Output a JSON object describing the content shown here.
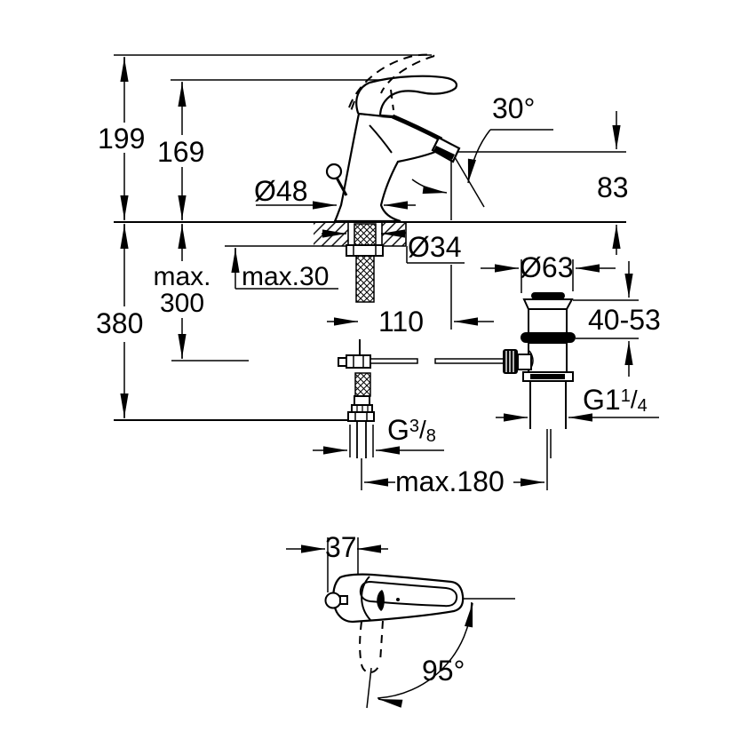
{
  "drawing": {
    "kind": "technical dimension drawing",
    "subject": "single-lever basin mixer tap with pop-up waste",
    "background_color": "#ffffff",
    "line_color": "#000000"
  },
  "labels": {
    "h199": "199",
    "h169": "169",
    "angle30": "30°",
    "h83": "83",
    "dia48": "Ø48",
    "dia34": "Ø34",
    "max30": "max.30",
    "max_word": "max.",
    "v300": "300",
    "h380": "380",
    "w110": "110",
    "dia63": "Ø63",
    "range4053": "40-53",
    "g114_base": "G1",
    "g114_num": "1",
    "g114_slash": "/",
    "g114_den": "4",
    "g38_base": "G",
    "g38_num": "3",
    "g38_slash": "/",
    "g38_den": "8",
    "max180": "max.180",
    "w37": "37",
    "angle95": "95°"
  },
  "views": {
    "side_view_dimensions": [
      "199",
      "169",
      "30°",
      "83",
      "Ø48",
      "Ø34",
      "max.30",
      "max. 300",
      "380",
      "110",
      "Ø63",
      "40-53",
      "G1 1/4",
      "G 3/8",
      "max.180"
    ],
    "top_view_dimensions": [
      "37",
      "95°"
    ]
  }
}
